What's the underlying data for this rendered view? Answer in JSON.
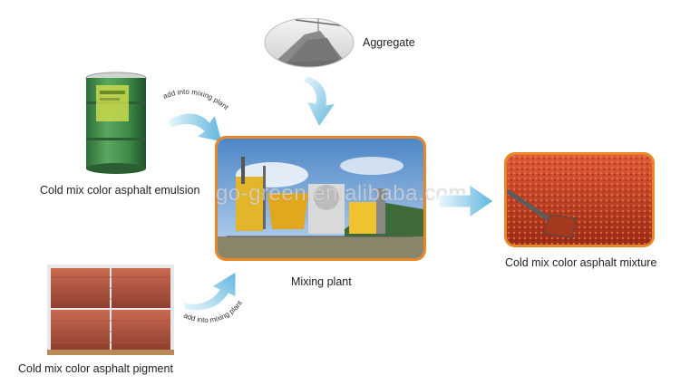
{
  "nodes": {
    "aggregate": {
      "label": "Aggregate"
    },
    "emulsion": {
      "label": "Cold mix color asphalt emulsion"
    },
    "pigment": {
      "label": "Cold mix color asphalt pigment"
    },
    "mixing_plant": {
      "label": "Mixing plant"
    },
    "mixture": {
      "label": "Cold mix color asphalt mixture"
    }
  },
  "arrows": {
    "emulsion_to_plant": "add into mixing plant",
    "pigment_to_plant": "add into mixing plant"
  },
  "watermark": "go-green.en.alibaba.com",
  "colors": {
    "frame": "#e8872a",
    "arrow": "#7cc7e8"
  }
}
